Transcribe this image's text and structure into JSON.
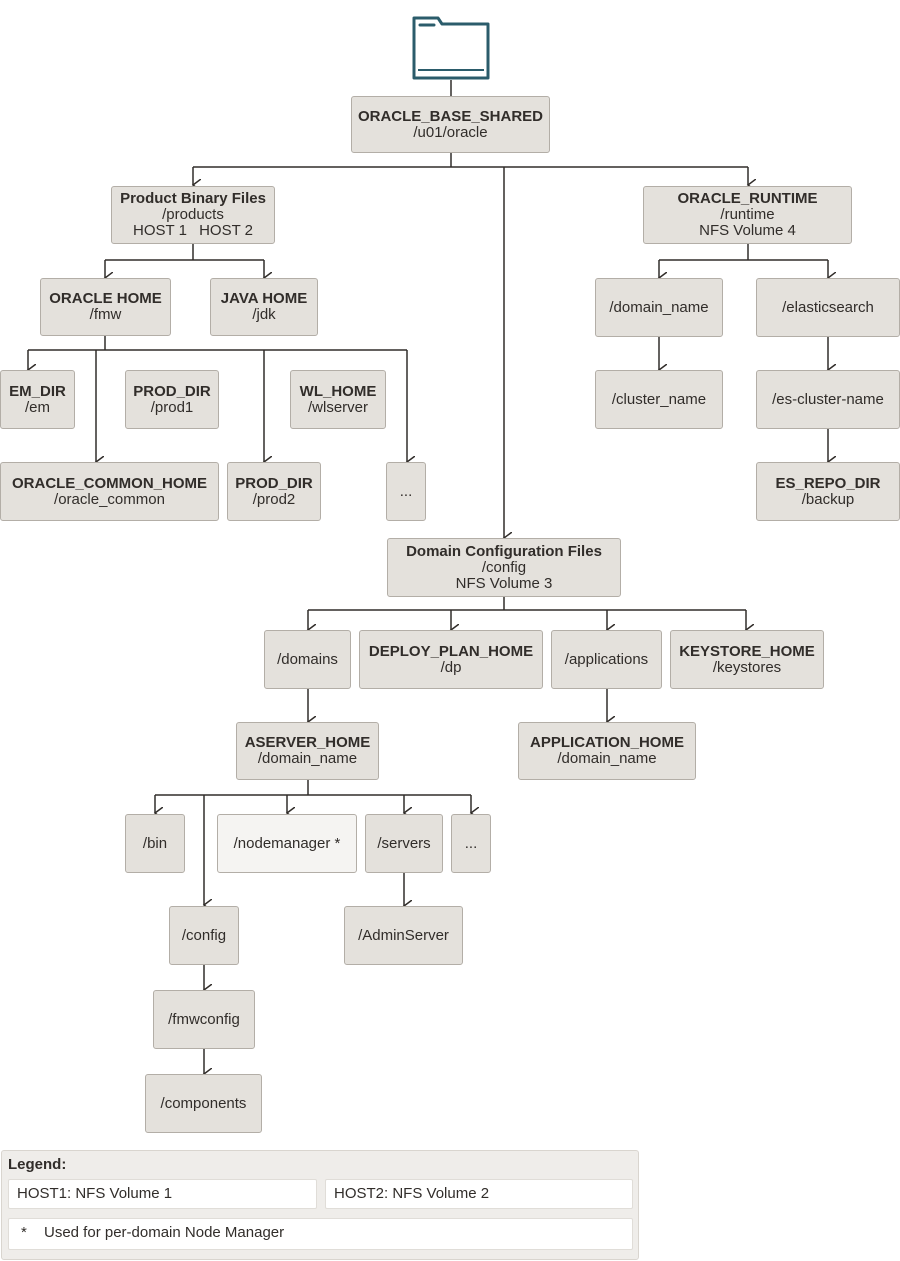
{
  "nodes": {
    "oracle_base_shared": {
      "title": "ORACLE_BASE_SHARED",
      "sub": "/u01/oracle"
    },
    "product_binary": {
      "title": "Product Binary Files",
      "sub": "/products",
      "host1": "HOST 1",
      "host2": "HOST 2"
    },
    "oracle_runtime": {
      "title": "ORACLE_RUNTIME",
      "sub": "/runtime",
      "sub2": "NFS Volume 4"
    },
    "oracle_home": {
      "title": "ORACLE HOME",
      "sub": "/fmw"
    },
    "java_home": {
      "title": "JAVA HOME",
      "sub": "/jdk"
    },
    "domain_name_rt": {
      "label": "/domain_name"
    },
    "elasticsearch": {
      "label": "/elasticsearch"
    },
    "em_dir": {
      "title": "EM_DIR",
      "sub": "/em"
    },
    "prod_dir1": {
      "title": "PROD_DIR",
      "sub": "/prod1"
    },
    "wl_home": {
      "title": "WL_HOME",
      "sub": "/wlserver"
    },
    "cluster_name": {
      "label": "/cluster_name"
    },
    "es_cluster_name": {
      "label": "/es-cluster-name"
    },
    "oracle_common_home": {
      "title": "ORACLE_COMMON_HOME",
      "sub": "/oracle_common"
    },
    "prod_dir2": {
      "title": "PROD_DIR",
      "sub": "/prod2"
    },
    "ellipsis1": {
      "label": "..."
    },
    "es_repo_dir": {
      "title": "ES_REPO_DIR",
      "sub": "/backup"
    },
    "domain_config": {
      "title": "Domain Configuration Files",
      "sub": "/config",
      "sub2": "NFS Volume 3"
    },
    "domains": {
      "label": "/domains"
    },
    "deploy_plan_home": {
      "title": "DEPLOY_PLAN_HOME",
      "sub": "/dp"
    },
    "applications": {
      "label": "/applications"
    },
    "keystore_home": {
      "title": "KEYSTORE_HOME",
      "sub": "/keystores"
    },
    "aserver_home": {
      "title": "ASERVER_HOME",
      "sub": "/domain_name"
    },
    "application_home": {
      "title": "APPLICATION_HOME",
      "sub": "/domain_name"
    },
    "bin": {
      "label": "/bin"
    },
    "nodemanager": {
      "label": "/nodemanager *"
    },
    "servers": {
      "label": "/servers"
    },
    "ellipsis2": {
      "label": "..."
    },
    "config": {
      "label": "/config"
    },
    "adminserver": {
      "label": "/AdminServer"
    },
    "fmwconfig": {
      "label": "/fmwconfig"
    },
    "components": {
      "label": "/components"
    }
  },
  "legend": {
    "title": "Legend:",
    "host1": "HOST1: NFS Volume 1",
    "host2": "HOST2: NFS Volume 2",
    "star": "*",
    "star_text": "Used for per-domain Node Manager"
  },
  "icons": {
    "root": "folder-icon"
  },
  "colors": {
    "box_fill": "#e4e1dc",
    "box_border": "#b3aea7",
    "line": "#312d2a",
    "icon": "#2b5c6b",
    "highlight_fill": "#f5f4f2"
  }
}
